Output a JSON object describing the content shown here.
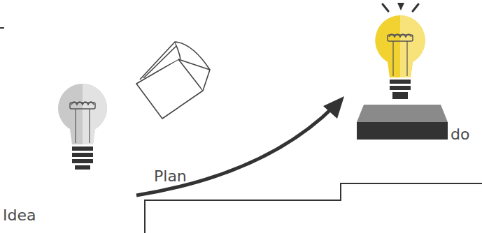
{
  "diagram": {
    "labels": [
      "Idea",
      "Plan",
      "do"
    ]
  }
}
